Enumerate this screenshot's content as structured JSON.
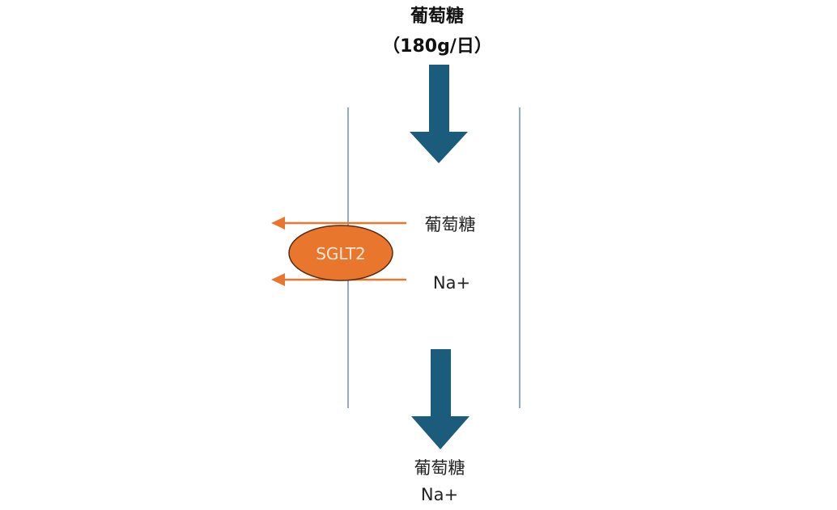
{
  "top": {
    "title": "葡萄糖",
    "amount": "（180g/日）"
  },
  "middle": {
    "glucose_label": "葡萄糖",
    "sodium_label": "Na+"
  },
  "transporter": {
    "label": "SGLT2"
  },
  "bottom": {
    "glucose_label": "葡萄糖",
    "sodium_label": "Na+"
  },
  "colors": {
    "flow_arrow": "#1b5c7d",
    "transporter": "#e8762d",
    "membrane": "#6d8fb0"
  }
}
